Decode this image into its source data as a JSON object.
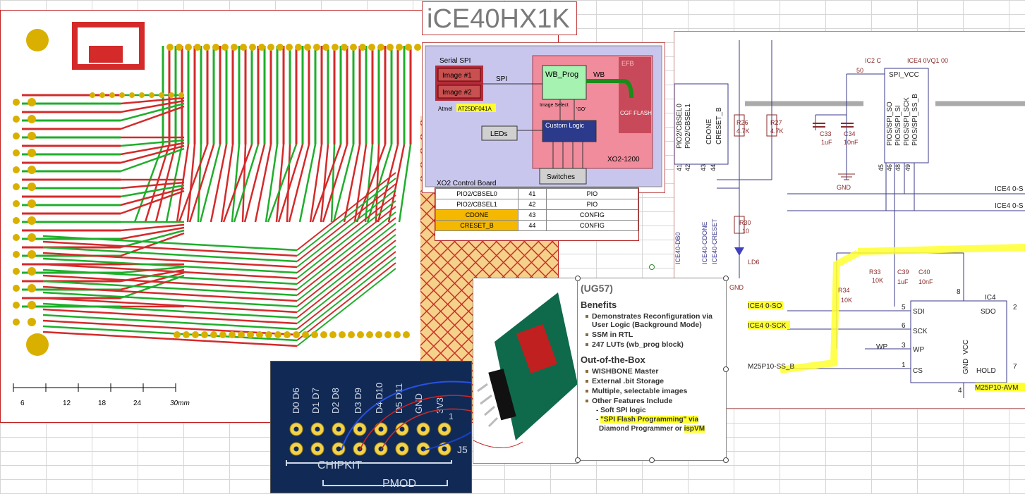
{
  "title": "iCE40HX1K",
  "pcb": {
    "scale_ticks": [
      "6",
      "12",
      "18",
      "24"
    ],
    "scale_unit": "30mm"
  },
  "block_diagram": {
    "serial_spi": "Serial SPI",
    "image1": "Image #1",
    "image2": "Image #2",
    "atmel": "Atmel",
    "atmel_part": "AT25DF041A",
    "spi": "SPI",
    "wb_prog": "WB_Prog",
    "wb": "WB",
    "efb": "EFB",
    "cgf_flash": "CGF FLASH",
    "image_select": "Image Select",
    "go": "'GO'",
    "custom_logic": "Custom Logic",
    "leds": "LEDs",
    "switches": "Switches",
    "xo2": "XO2-1200",
    "board": "XO2 Control Board"
  },
  "config_table": [
    {
      "name": "PIO2/CBSEL0",
      "pin": "41",
      "type": "PIO",
      "highlight": false
    },
    {
      "name": "PIO2/CBSEL1",
      "pin": "42",
      "type": "PIO",
      "highlight": false
    },
    {
      "name": "CDONE",
      "pin": "43",
      "type": "CONFIG",
      "highlight": true
    },
    {
      "name": "CRESET_B",
      "pin": "44",
      "type": "CONFIG",
      "highlight": true
    }
  ],
  "schematic": {
    "pins_left": [
      "PIO2/CBSEL0",
      "PIO2/CBSEL1",
      "CDONE",
      "CRESET_B"
    ],
    "pins_left_num": [
      "41",
      "42",
      "43",
      "44"
    ],
    "r26": "R26",
    "r26v": "4.7K",
    "r27": "R27",
    "r27v": "4.7K",
    "r30": "R30",
    "r30v": "10",
    "ld6": "LD6",
    "gnd": "GND",
    "c33": "C33",
    "c33v": "1uF",
    "c34": "C34",
    "c34v": "10nF",
    "ic2c": "IC2 C",
    "ic2name": "ICE4 0VQ1 00",
    "pin50": "50",
    "spi_vcc": "SPI_VCC",
    "spi_pins": [
      "PIOS/SPI_SO",
      "PIOS/SPI_SI",
      "PIOS/SPI_SCK",
      "PIOS/SPI_SS_B"
    ],
    "spi_nums": [
      "45",
      "46",
      "48",
      "49"
    ],
    "net_ice_s1": "ICE4 0-S",
    "net_ice_s2": "ICE4 0-S",
    "net_db0": "ICE40-DB0",
    "net_cdone": "ICE40-CDONE",
    "net_creset": "ICE40-CRESET",
    "r33": "R33",
    "r33v": "10K",
    "r34": "R34",
    "r34v": "10K",
    "c39": "C39",
    "c39v": "1uF",
    "c40": "C40",
    "c40v": "10nF",
    "ic4": "IC4",
    "n8": "8",
    "sdi": "SDI",
    "sck": "SCK",
    "wp": "WP",
    "cs": "CS",
    "vcc": "VCC",
    "sdo": "SDO",
    "gnd2": "GND",
    "hold": "HOLD",
    "p5": "5",
    "p6": "6",
    "p3": "3",
    "p1": "1",
    "p2": "2",
    "p7": "7",
    "p4": "4",
    "net_so": "ICE4 0-SO",
    "net_sck": "ICE4 0-SCK",
    "net_ss": "M25P10-SS_B",
    "net_avm": "M25P10-AVM"
  },
  "pmod": {
    "labels": [
      "D0 D6",
      "D1 D7",
      "D2 D8",
      "D3 D9",
      "D4 D10",
      "D5 D11",
      "GND",
      "3V3"
    ],
    "one": "1",
    "j5": "J5",
    "chipkit": "CHIPKIT",
    "pmod": "PMOD"
  },
  "ug57": {
    "header": "(UG57)",
    "benefits": "Benefits",
    "b1": "Demonstrates Reconfiguration via User Logic (Background Mode)",
    "b2": "SSM in RTL",
    "b3": "247 LUTs (wb_prog block)",
    "oob": "Out-of-the-Box",
    "o1": "WISHBONE Master",
    "o2": "External .bit Storage",
    "o3": "Multiple, selectable images",
    "o4": "Other Features Include",
    "s1": "- Soft SPI logic",
    "s2a": "- ",
    "s2b": "\"SPI Flash Programming\" via",
    "s2c": "Diamond Programmer or ",
    "s2d": "ispVM"
  },
  "colors": {
    "trace_red": "#d42a2a",
    "trace_green": "#1fae2b",
    "pad_gold": "#d9b000",
    "highlight": "#ffff30"
  }
}
